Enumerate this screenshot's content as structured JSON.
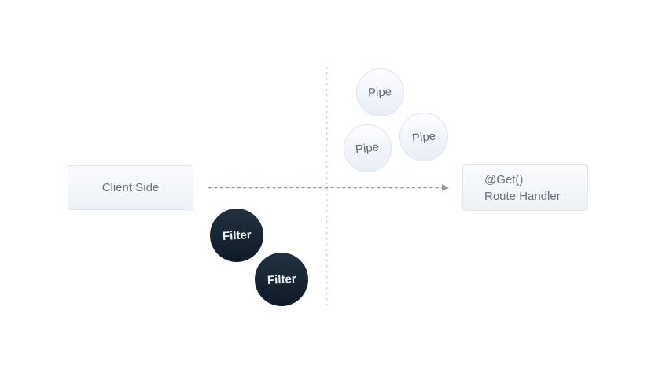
{
  "diagram": {
    "client_box": {
      "label": "Client Side"
    },
    "route_handler_box": {
      "decorator": "@Get()",
      "label": "Route Handler"
    },
    "pipes": [
      {
        "label": "Pipe"
      },
      {
        "label": "Pipe"
      },
      {
        "label": "Pipe"
      }
    ],
    "filters": [
      {
        "label": "Filter"
      },
      {
        "label": "Filter"
      }
    ],
    "colors": {
      "background": "#ffffff",
      "box_fill_top": "#fafbfd",
      "box_fill_bottom": "#edf1f6",
      "box_border": "#dfe5ec",
      "box_text": "#68737f",
      "pipe_fill_top": "#fcfdff",
      "pipe_fill_bottom": "#e9eef5",
      "pipe_border": "#dce3ea",
      "pipe_text": "#5d6977",
      "filter_fill_top": "#233140",
      "filter_fill_bottom": "#0f1a27",
      "filter_text": "#f5f8fa",
      "arrow_line": "#8f99a6",
      "divider_line": "#cdd2d8"
    }
  }
}
